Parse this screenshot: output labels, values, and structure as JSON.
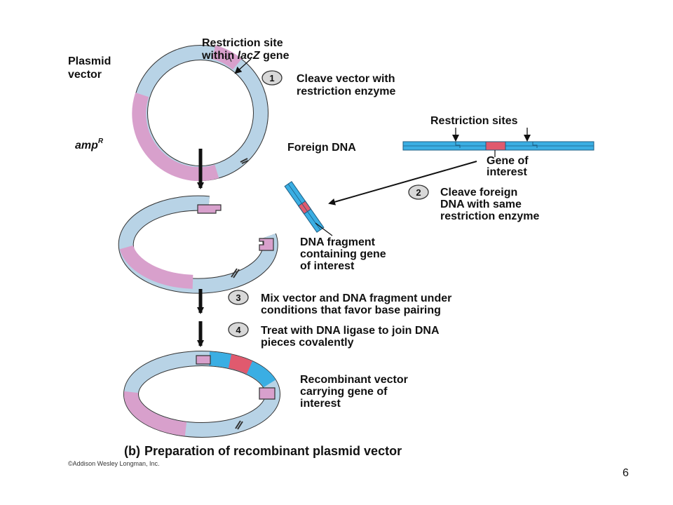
{
  "labels": {
    "plasmid_vector": [
      "Plasmid",
      "vector"
    ],
    "restriction_site": [
      "Restriction site",
      "within ",
      "lacZ",
      " gene"
    ],
    "amp": [
      "amp",
      "R"
    ],
    "foreign_dna": "Foreign DNA",
    "restriction_sites": "Restriction sites",
    "gene_of_interest": [
      "Gene of",
      "interest"
    ],
    "dna_fragment": [
      "DNA fragment",
      "containing gene",
      "of interest"
    ],
    "recombinant_vector": [
      "Recombinant vector",
      "carrying gene of",
      "interest"
    ]
  },
  "steps": [
    {
      "number": "1",
      "lines": [
        "Cleave vector with",
        "restriction enzyme"
      ]
    },
    {
      "number": "2",
      "lines": [
        "Cleave foreign",
        "DNA with same",
        "restriction enzyme"
      ]
    },
    {
      "number": "3",
      "lines": [
        "Mix vector and DNA fragment under",
        "conditions that favor base pairing"
      ]
    },
    {
      "number": "4",
      "lines": [
        "Treat with DNA ligase to join DNA",
        "pieces covalently"
      ]
    }
  ],
  "caption": {
    "panel": "(b)",
    "text": "Preparation of recombinant plasmid vector"
  },
  "credit": "©Addison Wesley Longman, Inc.",
  "page_number": "6",
  "colors": {
    "vector": "#b8d3e6",
    "amp_region": "#d8a0cc",
    "foreign_dna": "#3aaee3",
    "gene": "#e05a6e",
    "outline": "#333333"
  }
}
